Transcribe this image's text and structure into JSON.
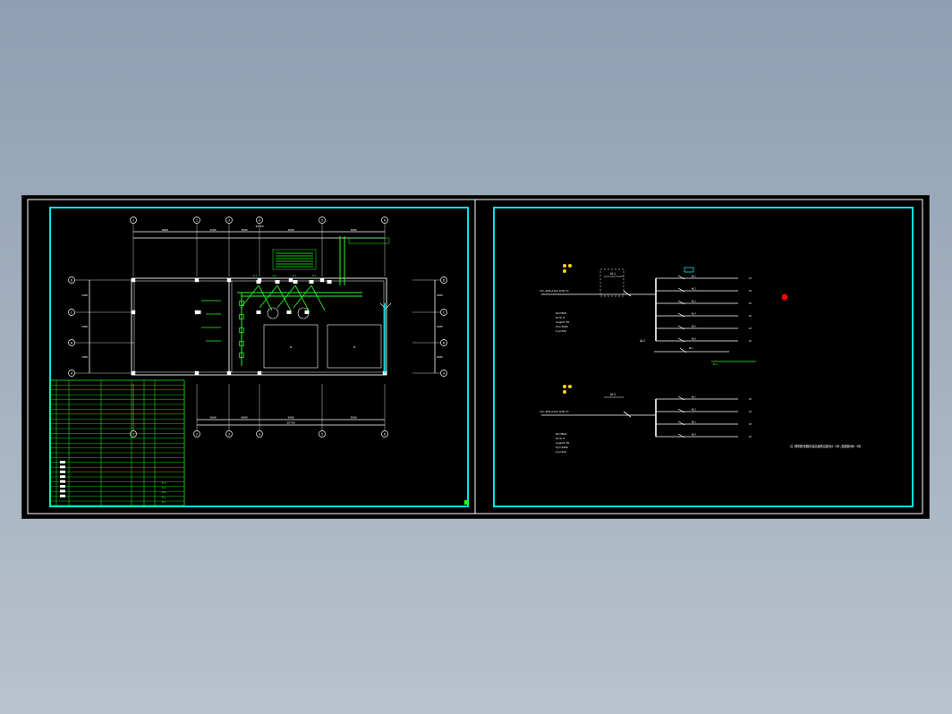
{
  "drawing": {
    "background": "#000000",
    "frame_color": "#00e5e5",
    "wire_color": "#22ff22",
    "line_color": "#ffffff",
    "marker_color": "#ff0000"
  },
  "left_sheet": {
    "axis_top": [
      "1",
      "2",
      "3",
      "4",
      "5",
      "6"
    ],
    "axis_bottom": [
      "1",
      "2",
      "3",
      "4",
      "5",
      "6"
    ],
    "axis_left": [
      "D",
      "C",
      "B",
      "A"
    ],
    "axis_right": [
      "D",
      "C",
      "B",
      "A"
    ],
    "top_dims": [
      "6000",
      "4200",
      "3000",
      "3600",
      "3900"
    ],
    "top_total": "20700",
    "bottom_dims": [
      "4200",
      "3600",
      "6000",
      "3600",
      "3900"
    ],
    "bottom_total": "20700",
    "side_dims": [
      "2400",
      "2400",
      "2400"
    ],
    "panel_tags": [
      "AL1",
      "AL2",
      "AL3",
      "AL4"
    ],
    "room_labels": [
      "A",
      "A"
    ],
    "legend_rows": [
      "AL1",
      "AL2",
      "AL3",
      "AL4",
      "AL5"
    ]
  },
  "right_sheet": {
    "system1_label": "AL1",
    "system2_label": "AL2",
    "system3_label": "AL3",
    "feeder_label": "YJV-4X25+1X16-SC50-FC",
    "params": [
      "Pe=30kW",
      "Kx=0.8",
      "Cosφ=0.85",
      "Pjs=24kW",
      "Ijs=43A"
    ],
    "branches1": [
      "WL1",
      "WL2",
      "WL3",
      "WL4",
      "WL5",
      "WL6"
    ],
    "branches2": [
      "WL1",
      "WL2"
    ],
    "branches3": [
      "WL1",
      "WL2",
      "WL3",
      "WL4"
    ],
    "note": "注:照明配电箱安装高度底边距地1.5米,插座距地0.3米"
  }
}
